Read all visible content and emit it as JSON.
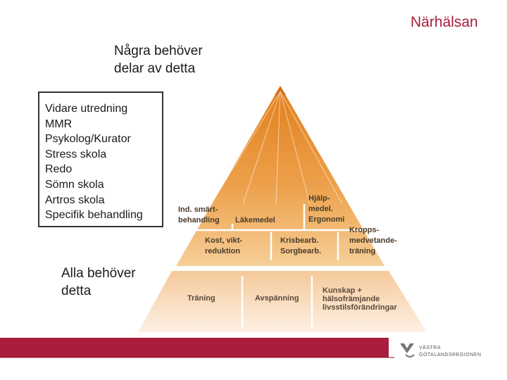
{
  "header": {
    "brand": "Närhälsan"
  },
  "top_note": {
    "text": "Några behöver\ndelar av detta"
  },
  "list_box": {
    "items": [
      "Vidare utredning",
      "MMR",
      "Psykolog/Kurator",
      "Stress skola",
      "Redo",
      "Sömn skola",
      "Artros skola",
      "Specifik behandling"
    ]
  },
  "bottom_note": {
    "text": "Alla behöver\ndetta"
  },
  "pyramid": {
    "upper": {
      "ind_smart_1": "Ind. smärt-",
      "ind_smart_2": "behandling",
      "lakemedel": "Läkemedel",
      "hjalp_1": "Hjälp-",
      "hjalp_2": "medel.",
      "hjalp_3": "Ergonomi",
      "kost_1": "Kost, vikt-",
      "kost_2": "reduktion",
      "kris_1": "Krisbearb.",
      "kris_2": "Sorgbearb.",
      "kropp_1": "Kropps-",
      "kropp_2": "medvetande-",
      "kropp_3": "träning"
    },
    "base": {
      "traning": "Träning",
      "avspanning": "Avspänning",
      "kunskap_1": "Kunskap +",
      "kunskap_2": "hälsofrämjande",
      "kunskap_3": "livsstilsförändringar"
    }
  },
  "footer": {
    "logo_line1": "VÄSTRA",
    "logo_line2": "GÖTALANDSREGIONEN"
  },
  "colors": {
    "brand": "#a81d3c",
    "pyramid_orange": "#e8932c",
    "footer_red": "#a81d3c"
  }
}
